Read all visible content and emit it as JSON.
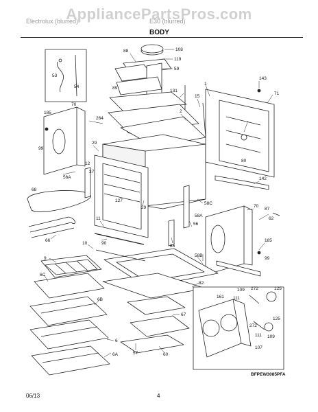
{
  "header": {
    "watermark": "AppliancePartsPros.com",
    "left_text": "Electrolux (blurred)",
    "right_text": "E30 (blurred)",
    "section": "BODY"
  },
  "callouts": {
    "c108": "108",
    "c88": "88",
    "c119": "119",
    "c59": "59",
    "c53": "53",
    "c54": "54",
    "c89": "89",
    "c131": "131",
    "c143": "143",
    "c71": "71",
    "c1": "1",
    "c15": "15",
    "c2": "2",
    "c185a": "185",
    "c70a": "70",
    "c264": "264",
    "c99a": "99",
    "c29a": "29",
    "c12": "12",
    "c37": "37",
    "c56a": "56A",
    "c80": "80",
    "c142": "142",
    "c68": "68",
    "c127": "127",
    "c29b": "29",
    "c58c": "58C",
    "c87": "87",
    "c62": "62",
    "c70b": "70",
    "c11": "11",
    "c56": "56",
    "c58a": "58A",
    "c66": "66",
    "c90": "90",
    "c10": "10",
    "c86": "86",
    "c185b": "185",
    "c9": "9",
    "c58b": "58B",
    "c99b": "99",
    "c6c": "6C",
    "c82": "82",
    "c109a": "109",
    "c272a": "272",
    "c125a": "125",
    "c161": "161",
    "c111a": "111",
    "c67": "67",
    "c6b": "6B",
    "c125b": "125",
    "c272b": "272",
    "c111b": "111",
    "c109b": "109",
    "c107": "107",
    "c6": "6",
    "c57": "57",
    "c60": "60",
    "c6a": "6A"
  },
  "code": "BFPEW3085PFA",
  "footer": {
    "date": "06/13",
    "page": "4"
  }
}
